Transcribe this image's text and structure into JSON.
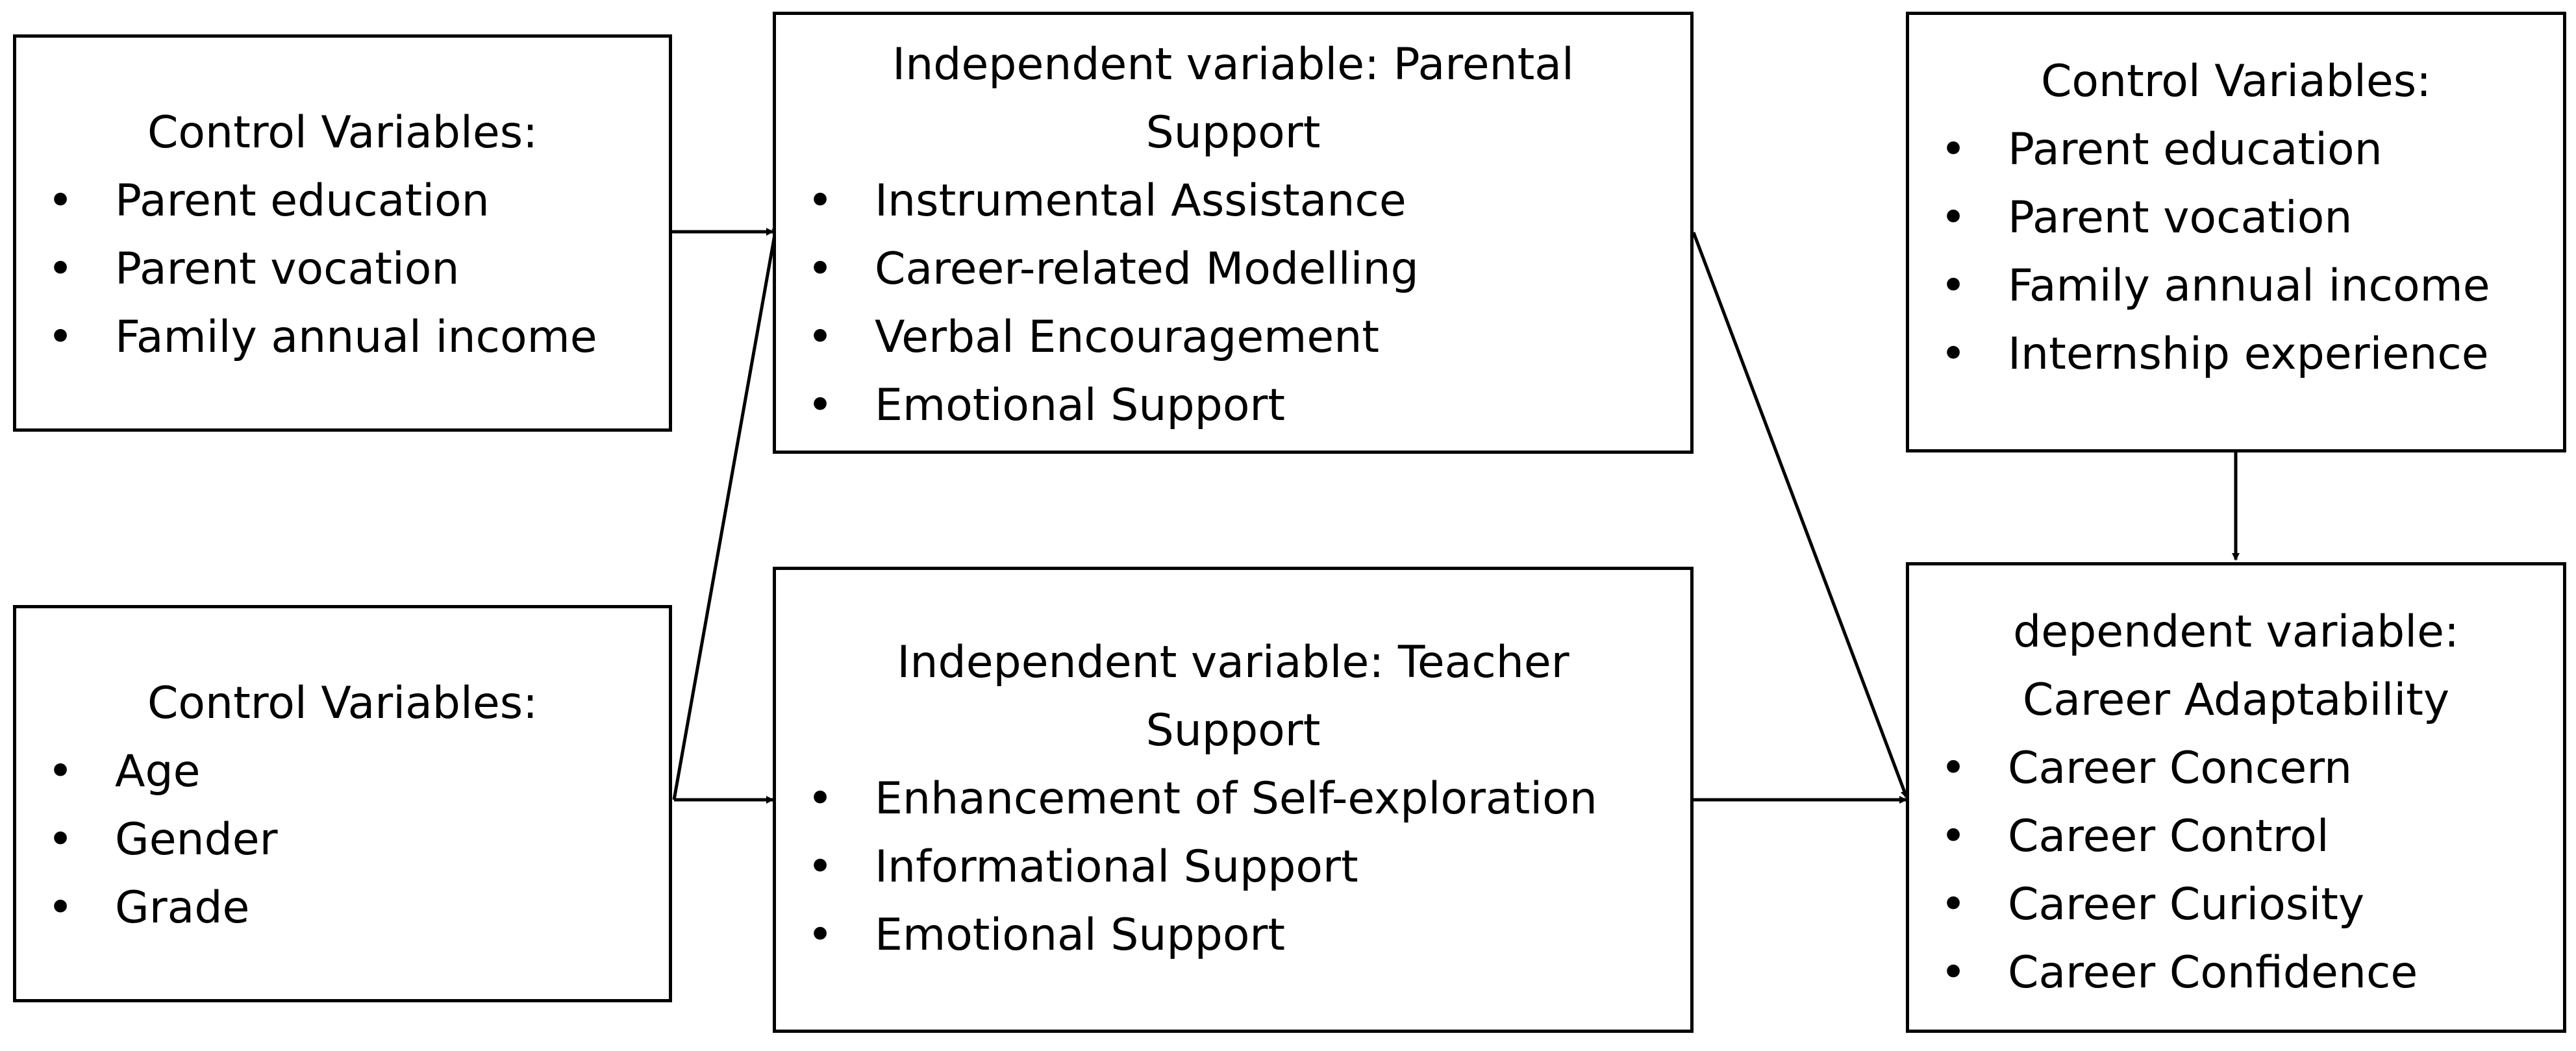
{
  "diagram": {
    "boxes": {
      "control_family": {
        "title": "Control Variables:",
        "items": [
          "Parent education",
          "Parent vocation",
          "Family annual income"
        ]
      },
      "control_demo": {
        "title": "Control Variables:",
        "items": [
          "Age",
          "Gender",
          "Grade"
        ]
      },
      "parental_support": {
        "title": "Independent variable: Parental Support",
        "items": [
          "Instrumental Assistance",
          "Career-related Modelling",
          "Verbal Encouragement",
          "Emotional Support"
        ]
      },
      "teacher_support": {
        "title": "Independent variable: Teacher Support",
        "items": [
          "Enhancement of Self-exploration",
          "Informational Support",
          "Emotional Support"
        ]
      },
      "control_right": {
        "title": "Control Variables:",
        "items": [
          "Parent education",
          "Parent vocation",
          "Family annual income",
          "Internship experience"
        ]
      },
      "career_adaptability": {
        "title": "dependent variable: Career Adaptability",
        "items": [
          "Career Concern",
          "Career Control",
          "Career Curiosity",
          "Career Confidence"
        ]
      }
    },
    "bullet_char": "•",
    "edges": [
      {
        "from": "control_family",
        "to": "parental_support"
      },
      {
        "from": "control_demo",
        "to": "parental_support"
      },
      {
        "from": "control_demo",
        "to": "teacher_support"
      },
      {
        "from": "parental_support",
        "to": "career_adaptability"
      },
      {
        "from": "teacher_support",
        "to": "career_adaptability"
      },
      {
        "from": "control_right",
        "to": "career_adaptability"
      }
    ],
    "colors": {
      "stroke": "#000000",
      "background": "#ffffff"
    }
  }
}
